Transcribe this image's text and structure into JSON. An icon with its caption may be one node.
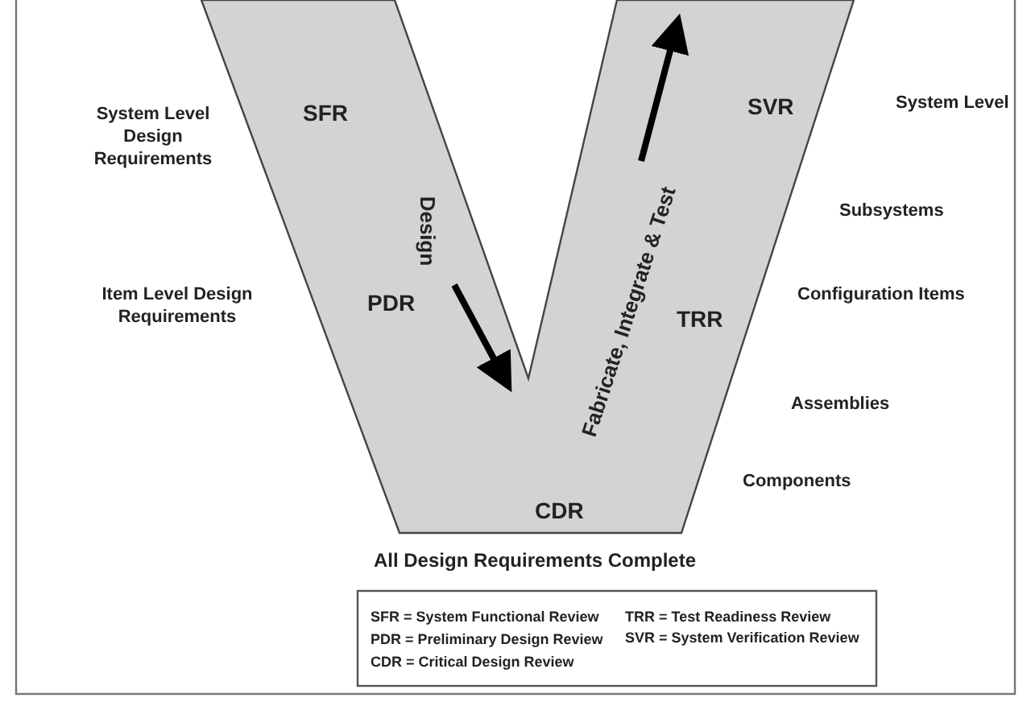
{
  "diagram": {
    "nodes": [
      {
        "text": [
          "SFR",
          "PDR",
          "CDR",
          "TRR",
          "SVR",
          "Design",
          "Fabricate, Integrate & Test"
        ]
      }
    ],
    "labels": [
      "System Level Design Requirements",
      "System Level",
      "Subsystems",
      "Item Level Design Requirements",
      "Configuration Items",
      "Assemblies",
      "Components",
      "All Design Requirements Complete",
      "SFR = System Functional Review",
      "TRR = Test Readiness Review",
      "SVR = System Verification Review",
      "PDR = Preliminary Design Review",
      "CDR = Critical Design Review"
    ]
  }
}
